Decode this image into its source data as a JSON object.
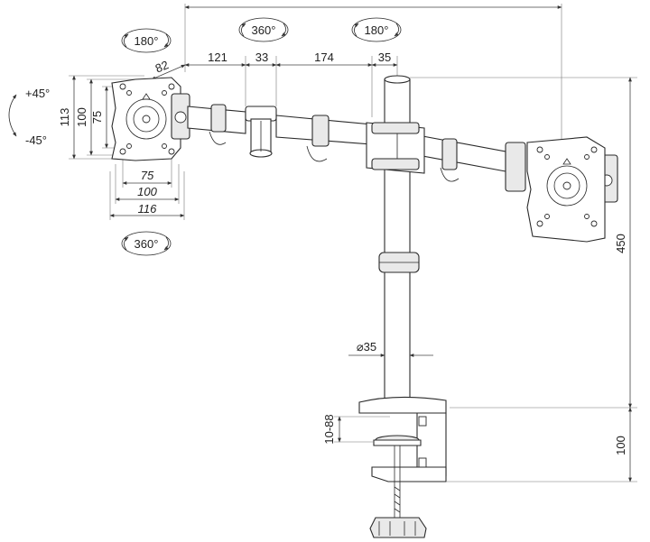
{
  "rotation_labels": {
    "top_left_rot": "180°",
    "top_mid_rot": "360°",
    "top_right_rot": "180°",
    "left_bottom_rot": "360°",
    "tilt_plus": "+45°",
    "tilt_minus": "-45°"
  },
  "dimensions": {
    "d82": "82",
    "d121": "121",
    "d33": "33",
    "d174": "174",
    "d35": "35",
    "h113": "113",
    "h100": "100",
    "h75": "75",
    "w75": "75",
    "w100": "100",
    "w116": "116",
    "height450": "450",
    "pole_diam": "⌀35",
    "clamp_range": "10-88",
    "clamp_depth": "100"
  }
}
